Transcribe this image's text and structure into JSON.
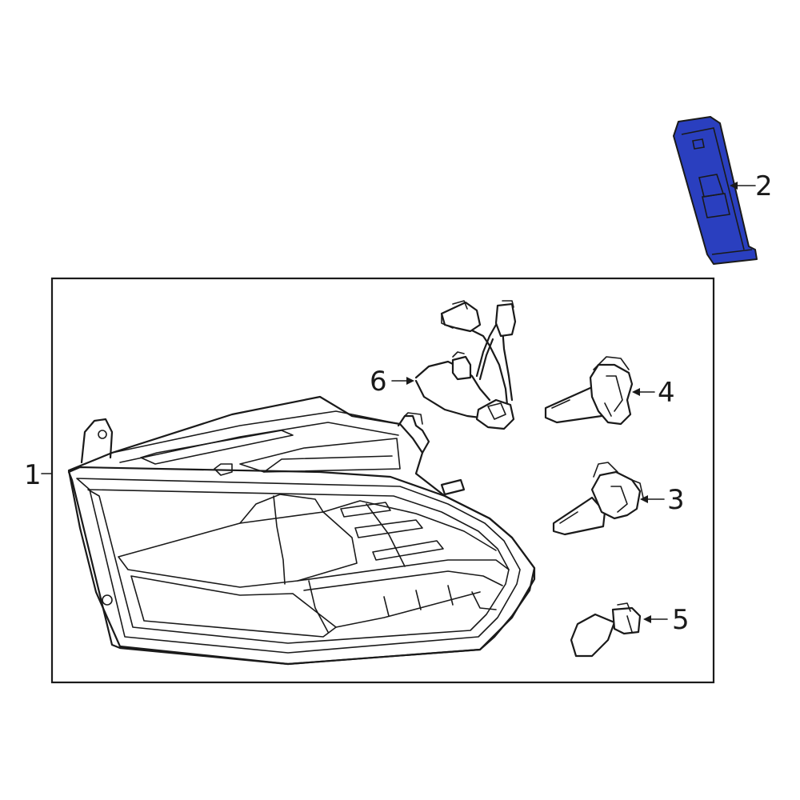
{
  "diagram": {
    "callouts": [
      {
        "id": "1",
        "label": "1"
      },
      {
        "id": "2",
        "label": "2"
      },
      {
        "id": "3",
        "label": "3"
      },
      {
        "id": "4",
        "label": "4"
      },
      {
        "id": "5",
        "label": "5"
      },
      {
        "id": "6",
        "label": "6"
      }
    ],
    "highlight_color": "#2a3fbf",
    "line_color": "#1a1a1a"
  }
}
